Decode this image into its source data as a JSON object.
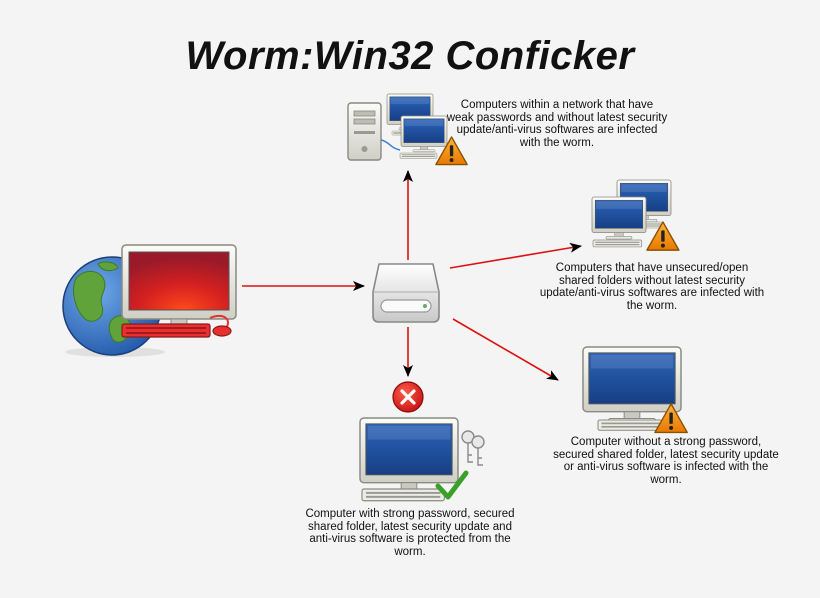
{
  "title": "Worm:Win32 Conficker",
  "colors": {
    "arrow_red": "#dd1111",
    "screen_blue": "#1d4f9e",
    "infected_red": "#d42020",
    "warning_orange": "#f08a00",
    "block_red": "#d8201f",
    "check_green": "#3aa02a"
  },
  "nodes": {
    "source": {
      "icon": "infected-computer-with-globe-icon"
    },
    "hub": {
      "icon": "network-drive-icon"
    },
    "top": {
      "icon": "server-and-two-computers-warning-icon",
      "caption": "Computers within a network that have weak passwords and without latest security update/anti-virus softwares are infected with the worm."
    },
    "right": {
      "icon": "two-computers-warning-icon",
      "caption": "Computers that have unsecured/open shared folders without latest security update/anti-virus softwares are infected with the worm."
    },
    "bottom_right": {
      "icon": "computer-warning-icon",
      "caption": "Computer without a strong password, secured shared folder, latest security update or anti-virus software is infected with the worm."
    },
    "bottom": {
      "icon": "protected-computer-keys-check-icon",
      "blocked_icon": "blocked-x-icon",
      "caption": "Computer with strong password, secured shared folder, latest security update and anti-virus software is protected from the worm."
    }
  }
}
